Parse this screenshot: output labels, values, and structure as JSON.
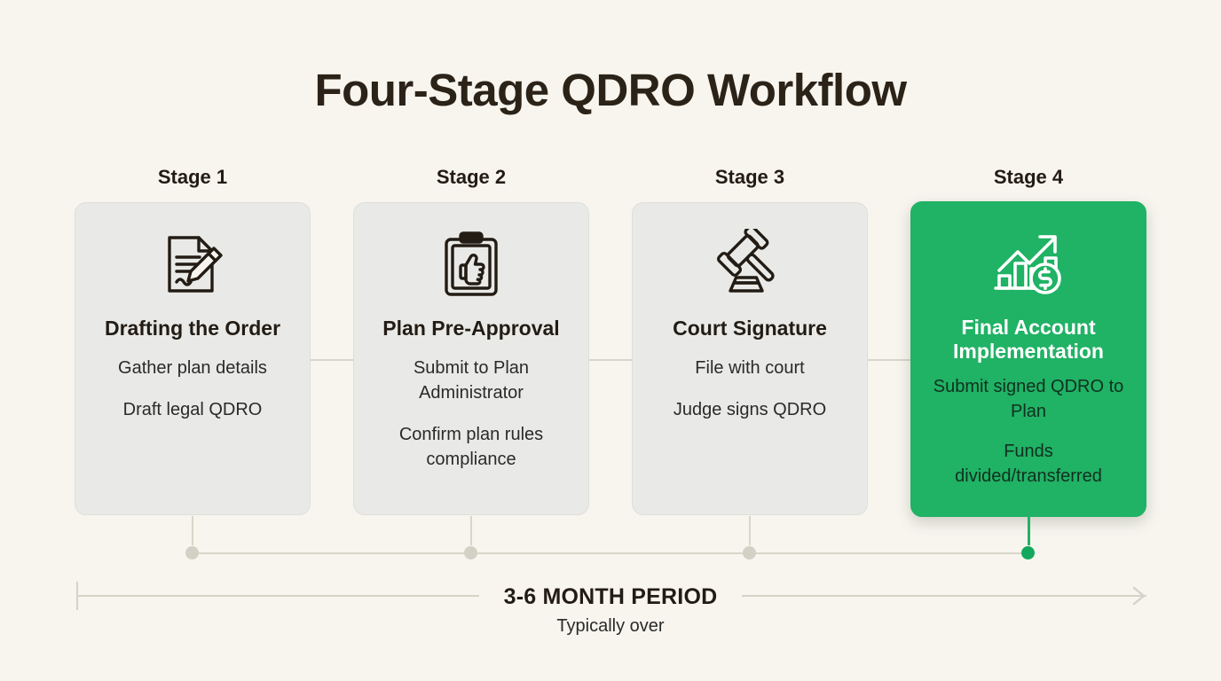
{
  "title": "Four-Stage QDRO Workflow",
  "theme": {
    "background": "#f7f5ee",
    "card_background": "#e9eae7",
    "accent": "#20b265",
    "accent_dot": "#14a85c",
    "text_dark": "#231c14",
    "connector": "#d8d5ca"
  },
  "stages": [
    {
      "label": "Stage 1",
      "title": "Drafting the Order",
      "icon": "document-pencil-icon",
      "bullets": [
        "Gather plan details",
        "Draft legal QDRO"
      ],
      "highlighted": false
    },
    {
      "label": "Stage 2",
      "title": "Plan Pre-Approval",
      "icon": "clipboard-thumbs-up-icon",
      "bullets": [
        "Submit to Plan Administrator",
        "Confirm plan rules compliance"
      ],
      "highlighted": false
    },
    {
      "label": "Stage 3",
      "title": "Court Signature",
      "icon": "gavel-icon",
      "bullets": [
        "File with court",
        "Judge signs QDRO"
      ],
      "highlighted": false
    },
    {
      "label": "Stage 4",
      "title": "Final Account Implementation",
      "icon": "growth-chart-dollar-icon",
      "bullets": [
        "Submit signed QDRO to Plan",
        "Funds divided/transferred"
      ],
      "highlighted": true
    }
  ],
  "timeline": {
    "duration_label": "3-6 MONTH PERIOD",
    "duration_sub": "Typically over"
  }
}
